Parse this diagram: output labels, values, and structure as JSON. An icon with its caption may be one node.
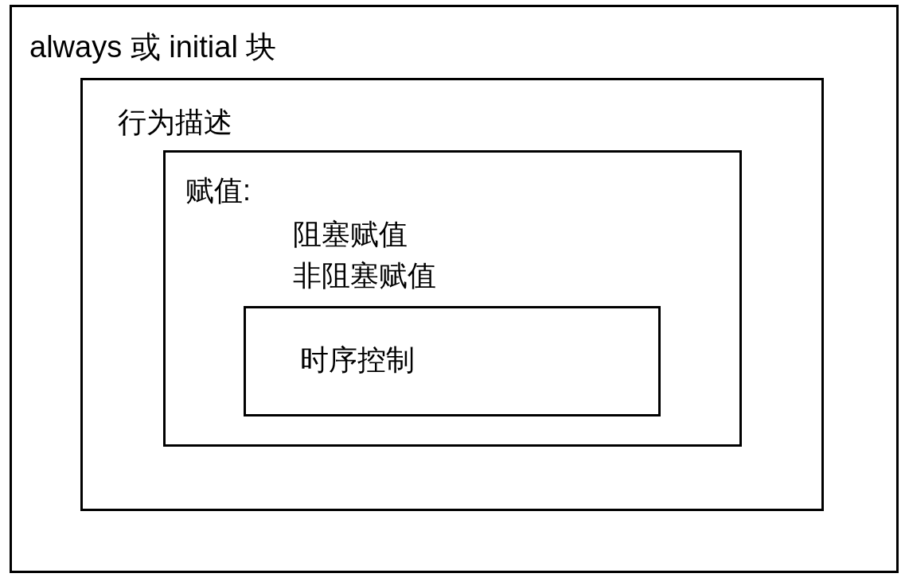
{
  "diagram": {
    "nodes": [
      {
        "text": [
          "always 或 initial 块"
        ]
      },
      {
        "text": [
          "行为描述"
        ],
        "in": 0
      },
      {
        "text": [
          "赋值:",
          "阻塞赋值",
          "非阻塞赋值"
        ],
        "in": 1
      },
      {
        "text": [
          "时序控制"
        ],
        "in": 2
      }
    ]
  }
}
